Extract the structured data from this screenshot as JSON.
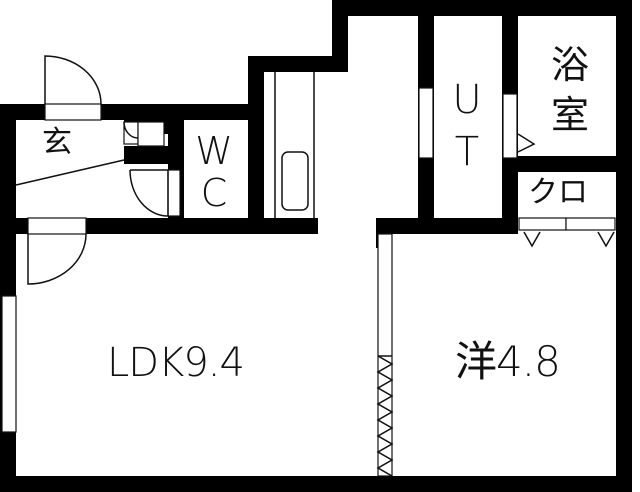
{
  "floorplan": {
    "rooms": [
      {
        "id": "ldk",
        "label": "LDK9.4",
        "type": "living-dining-kitchen",
        "area_jo": "9.4"
      },
      {
        "id": "western",
        "label": "洋4.8",
        "type": "western-room",
        "area_jo": "4.8"
      },
      {
        "id": "entrance",
        "label": "玄",
        "type": "entrance"
      },
      {
        "id": "wc",
        "label": "W\nC",
        "type": "toilet"
      },
      {
        "id": "ut",
        "label": "U\nT",
        "type": "utility"
      },
      {
        "id": "bath",
        "label": "浴\n室",
        "type": "bathroom"
      },
      {
        "id": "closet",
        "label": "クロ",
        "type": "closet"
      }
    ],
    "colors": {
      "wall": "#000000",
      "background": "#ffffff",
      "line": "#111111"
    }
  }
}
